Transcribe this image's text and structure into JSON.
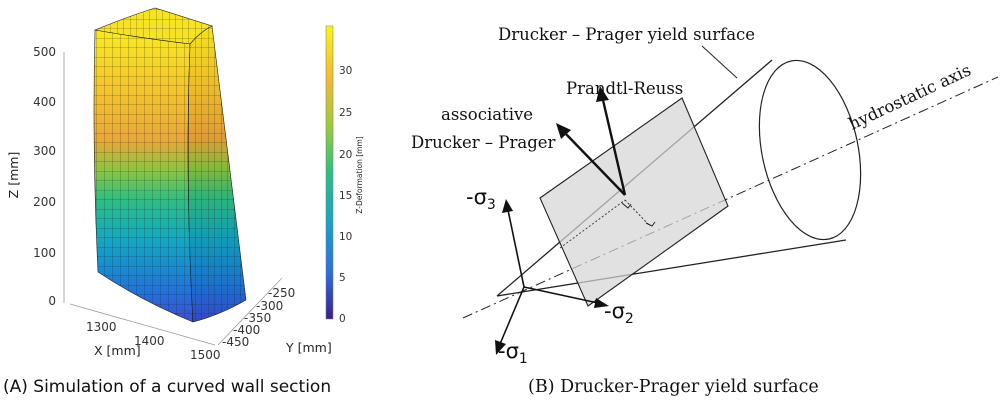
{
  "panel_a": {
    "caption": "(A) Simulation of a curved wall section",
    "z_axis": {
      "label": "Z [mm]",
      "ticks": [
        "0",
        "100",
        "200",
        "300",
        "400",
        "500"
      ]
    },
    "x_axis": {
      "label": "X [mm]",
      "ticks": [
        "1300",
        "1400",
        "1500"
      ]
    },
    "y_axis": {
      "label": "Y [mm]",
      "ticks": [
        "-250",
        "-300",
        "-350",
        "-400",
        "-450"
      ]
    },
    "colorbar": {
      "label": "Z-Deformation [mm]",
      "ticks": [
        "0",
        "5",
        "10",
        "15",
        "20",
        "25",
        "30"
      ],
      "colormap": [
        "#3b1e8e",
        "#2d6fe0",
        "#17a6c4",
        "#2fbf7f",
        "#9ccb3a",
        "#f5b931",
        "#f9f51a"
      ]
    }
  },
  "panel_b": {
    "caption": "(B) Drucker-Prager yield surface",
    "labels": {
      "yield_surface": "Drucker – Prager yield surface",
      "prandtl_reuss": "Prandtl-Reuss",
      "associative_1": "associative",
      "associative_2": "Drucker – Prager",
      "hydrostatic_axis": "hydrostatic axis"
    },
    "axes": {
      "sigma3_prefix": "-σ",
      "sigma3_sub": "3",
      "sigma2_prefix": "-σ",
      "sigma2_sub": "2",
      "sigma1_prefix": "-σ",
      "sigma1_sub": "1"
    }
  }
}
